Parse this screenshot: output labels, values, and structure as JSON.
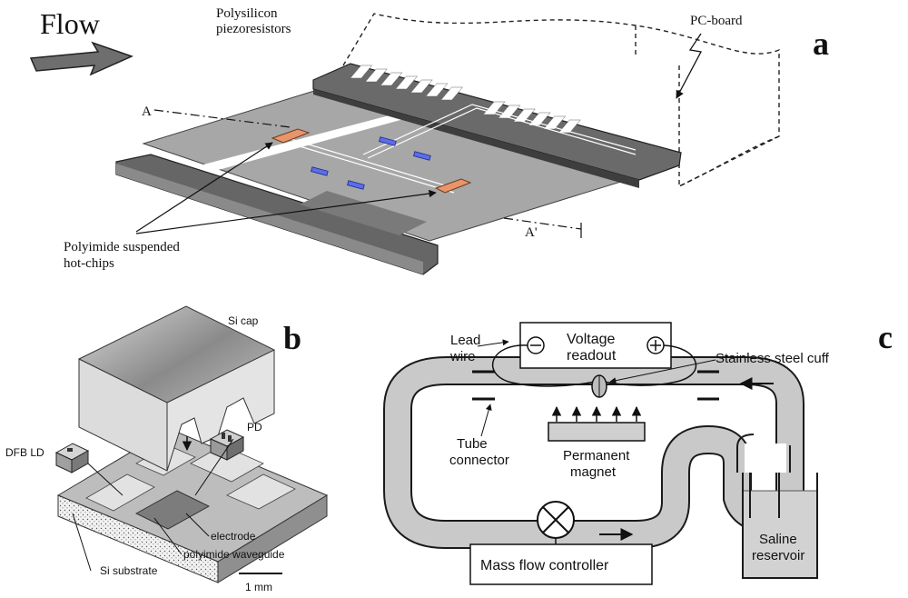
{
  "panel_a": {
    "letter": "a",
    "flow_label": "Flow",
    "piezo_label_1": "Polysilicon",
    "piezo_label_2": "piezoresistors",
    "pcboard_label": "PC-board",
    "section_start": "A",
    "section_end": "A'",
    "hotchip_label_1": "Polyimide suspended",
    "hotchip_label_2": "hot-chips",
    "colors": {
      "chip": "#e8956a",
      "piezo": "#5b6ee8",
      "substrate": "#a9a9a9",
      "rail": "#5e5e5e"
    }
  },
  "panel_b": {
    "letter": "b",
    "si_cap": "Si cap",
    "pd": "PD",
    "dfb_ld": "DFB LD",
    "electrode": "electrode",
    "waveguide": "polyimide waveguide",
    "si_substrate": "Si substrate",
    "scale": "1 mm"
  },
  "panel_c": {
    "letter": "c",
    "lead_wire_1": "Lead",
    "lead_wire_2": "wire",
    "voltage_1": "Voltage",
    "voltage_2": "readout",
    "cuff": "Stainless steel cuff",
    "tube_1": "Tube",
    "tube_2": "connector",
    "magnet_1": "Permanent",
    "magnet_2": "magnet",
    "mass_flow": "Mass flow controller",
    "reservoir_1": "Saline",
    "reservoir_2": "reservoir",
    "colors": {
      "tube": "#c9c9c9",
      "saline": "#d2d2d2"
    }
  }
}
